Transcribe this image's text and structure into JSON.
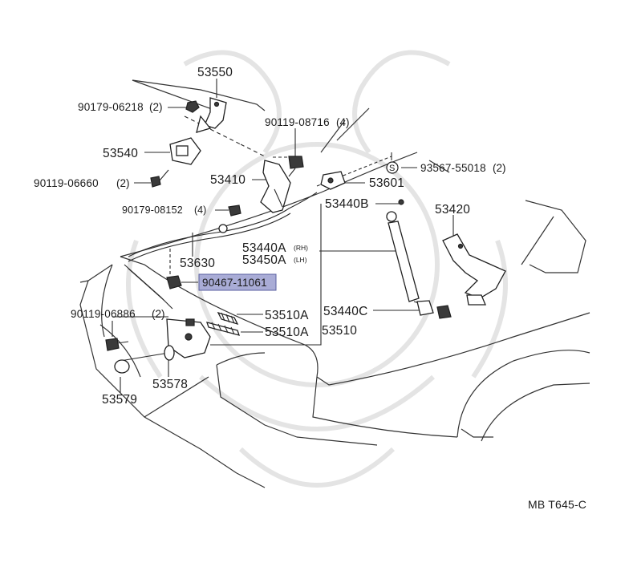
{
  "diagram_code": "MB T645-C",
  "labels": {
    "p53550": "53550",
    "p90179_06218": "90179-06218",
    "p90179_06218_qty": "(2)",
    "p90119_08716": "90119-08716",
    "p90119_08716_qty": "(4)",
    "p53540": "53540",
    "p90119_06660": "90119-06660",
    "p90119_06660_qty": "(2)",
    "p53410": "53410",
    "p93567_55018": "93567-55018",
    "p93567_55018_qty": "(2)",
    "s_mark": "S",
    "p53601": "53601",
    "p90179_08152": "90179-08152",
    "p90179_08152_qty": "(4)",
    "p53440B": "53440B",
    "p53420": "53420",
    "p53440A": "53440A",
    "p53440A_side": "(RH)",
    "p53450A": "53450A",
    "p53450A_side": "(LH)",
    "p53630": "53630",
    "p90467_11061": "90467-11061",
    "p90119_06886": "90119-06886",
    "p90119_06886_qty": "(2)",
    "p53510A_1": "53510A",
    "p53440C": "53440C",
    "p53510A_2": "53510A",
    "p53510": "53510",
    "p53578": "53578",
    "p53579": "53579"
  },
  "colors": {
    "highlight_fill": "#a9acd6",
    "highlight_border": "#5a5fa0",
    "line": "#2a2a2a"
  }
}
